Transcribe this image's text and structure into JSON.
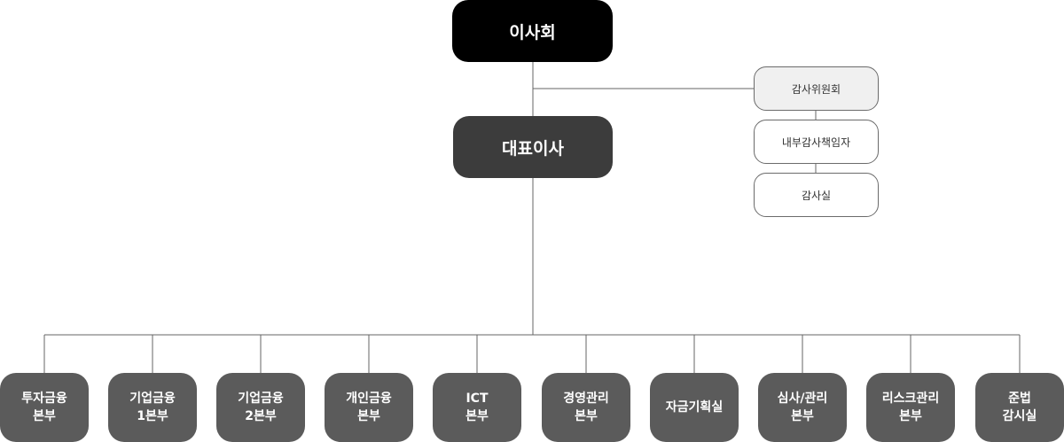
{
  "board": {
    "label": "이사회"
  },
  "ceo": {
    "label": "대표이사"
  },
  "audit": [
    {
      "label": "감사위원회"
    },
    {
      "label": "내부감사책임자"
    },
    {
      "label": "감사실"
    }
  ],
  "divisions": [
    {
      "label": "투자금융\n본부"
    },
    {
      "label": "기업금융\n1본부"
    },
    {
      "label": "기업금융\n2본부"
    },
    {
      "label": "개인금융\n본부"
    },
    {
      "label": "ICT\n본부"
    },
    {
      "label": "경영관리\n본부"
    },
    {
      "label": "자금기획실"
    },
    {
      "label": "심사/관리\n본부"
    },
    {
      "label": "리스크관리\n본부"
    },
    {
      "label": "준법\n감시실"
    }
  ]
}
